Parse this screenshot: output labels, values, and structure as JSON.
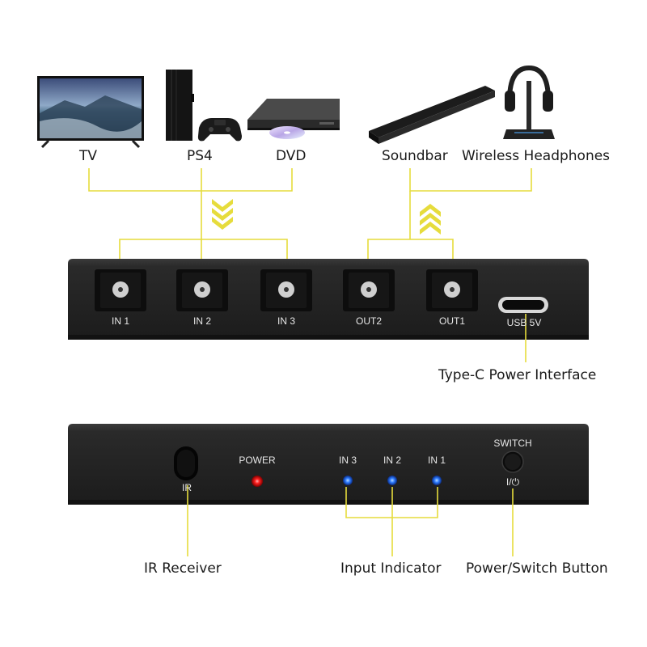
{
  "devices": {
    "tv": "TV",
    "ps4": "PS4",
    "dvd": "DVD",
    "soundbar": "Soundbar",
    "headphones": "Wireless Headphones"
  },
  "back_panel": {
    "ports": [
      "IN 1",
      "IN 2",
      "IN 3",
      "OUT2",
      "OUT1"
    ],
    "usb_label": "USB 5V",
    "power_callout": "Type-C Power Interface"
  },
  "front_panel": {
    "ir_label": "IR",
    "power_label": "POWER",
    "indicators": [
      "IN 3",
      "IN 2",
      "IN 1"
    ],
    "switch_label": "SWITCH",
    "switch_sub": "I/⏻",
    "callout_ir": "IR Receiver",
    "callout_indicator": "Input Indicator",
    "callout_switch": "Power/Switch Button"
  },
  "colors": {
    "leader": "#e6dc3c",
    "panel": "#262626",
    "power_led": "#ff2020",
    "input_led": "#2f7dff"
  }
}
